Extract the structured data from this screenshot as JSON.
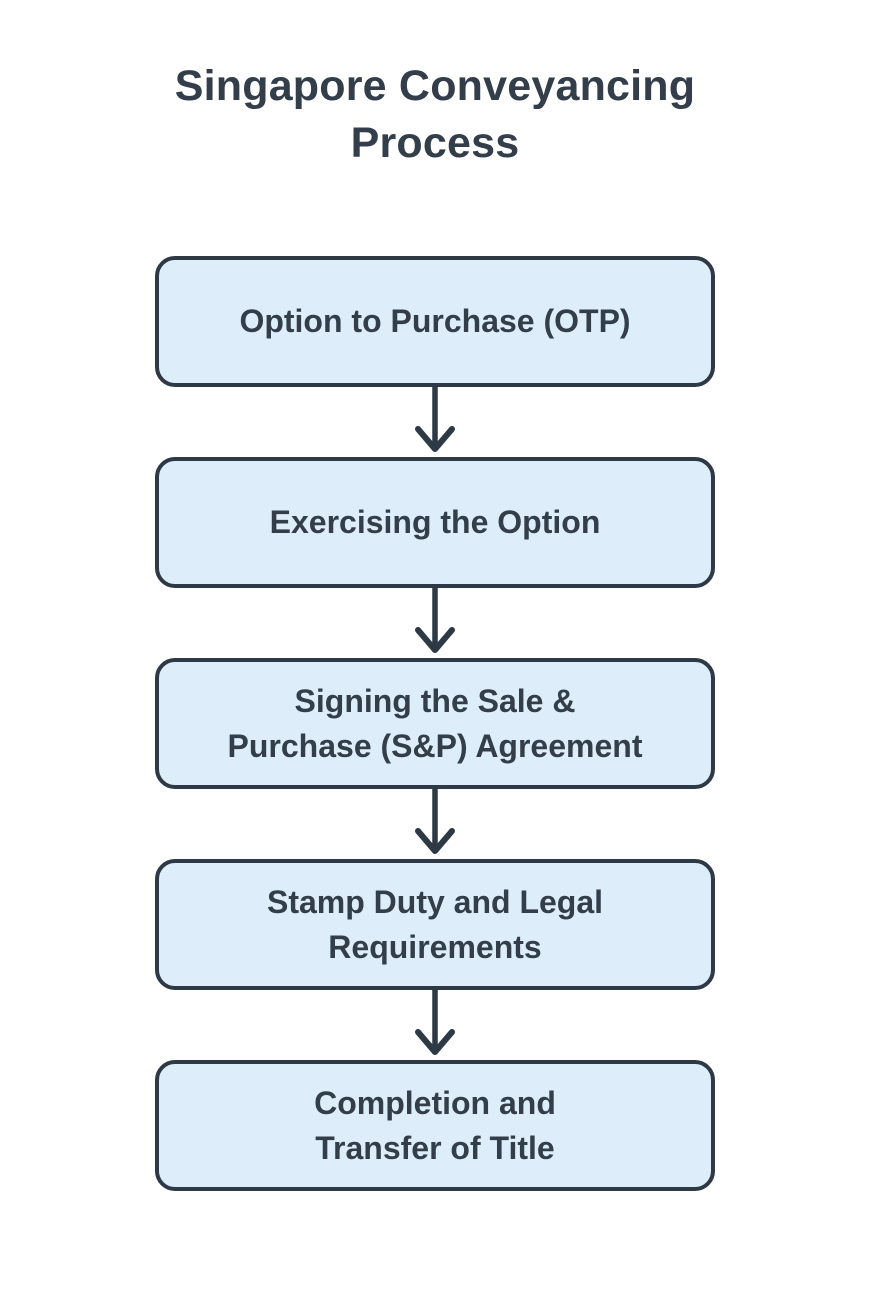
{
  "title": "Singapore Conveyancing\nProcess",
  "colors": {
    "background": "#ffffff",
    "node_fill": "#ddeefa",
    "node_border": "#2d3945",
    "text": "#333e4a",
    "arrow": "#2d3945"
  },
  "flow": {
    "connector_icon": "arrow-down-icon",
    "steps": [
      {
        "label": "Option to Purchase (OTP)"
      },
      {
        "label": "Exercising the Option"
      },
      {
        "label": "Signing the Sale &\nPurchase (S&P) Agreement"
      },
      {
        "label": "Stamp Duty and Legal\nRequirements"
      },
      {
        "label": "Completion and\nTransfer of Title"
      }
    ]
  }
}
